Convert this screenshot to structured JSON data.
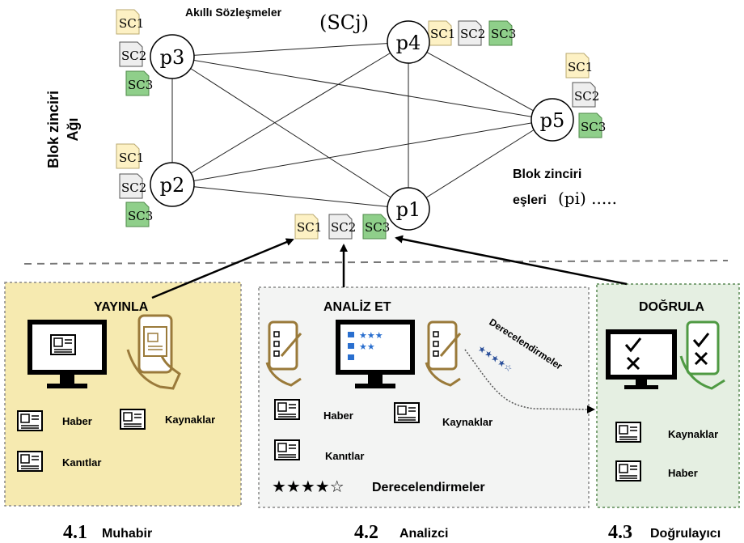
{
  "network": {
    "title_line1": "Blok zinciri",
    "title_line2": "Ağı",
    "smart_contracts_label": "Akıllı Sözleşmeler",
    "smart_contracts_symbol": "(SCj)",
    "peers_label_line1": "Blok zinciri",
    "peers_label_line2": "eşleri",
    "peers_symbol": "(pi) .....",
    "peers": [
      {
        "id": "p3",
        "label": "p3"
      },
      {
        "id": "p4",
        "label": "p4"
      },
      {
        "id": "p5",
        "label": "p5"
      },
      {
        "id": "p2",
        "label": "p2"
      },
      {
        "id": "p1",
        "label": "p1"
      }
    ],
    "contracts": [
      "SC1",
      "SC2",
      "SC3"
    ]
  },
  "colors": {
    "sc1": "#fdf1c4",
    "sc2": "#eeeeee",
    "sc3": "#8fcf8a",
    "panel1_bg": "#f6eab0",
    "panel2_bg": "#f3f4f3",
    "panel3_bg": "#e5efe2",
    "icon_gold": "#9a7a3a",
    "icon_green": "#4f9a43"
  },
  "panels": {
    "reporter": {
      "action": "YAYINLA",
      "items": [
        "Haber",
        "Kaynaklar",
        "Kanıtlar"
      ],
      "number": "4.1",
      "role": "Muhabir"
    },
    "analyst": {
      "action": "ANALİZ ET",
      "items": [
        "Haber",
        "Kaynaklar",
        "Kanıtlar"
      ],
      "rating_stars": "★★★★☆",
      "rating_label": "Derecelendirmeler",
      "diagonal_label": "Derecelendirmeler",
      "number": "4.2",
      "role": "Analizci"
    },
    "verifier": {
      "action": "DOĞRULA",
      "items": [
        "Kaynaklar",
        "Haber"
      ],
      "number": "4.3",
      "role": "Doğrulayıcı"
    }
  }
}
